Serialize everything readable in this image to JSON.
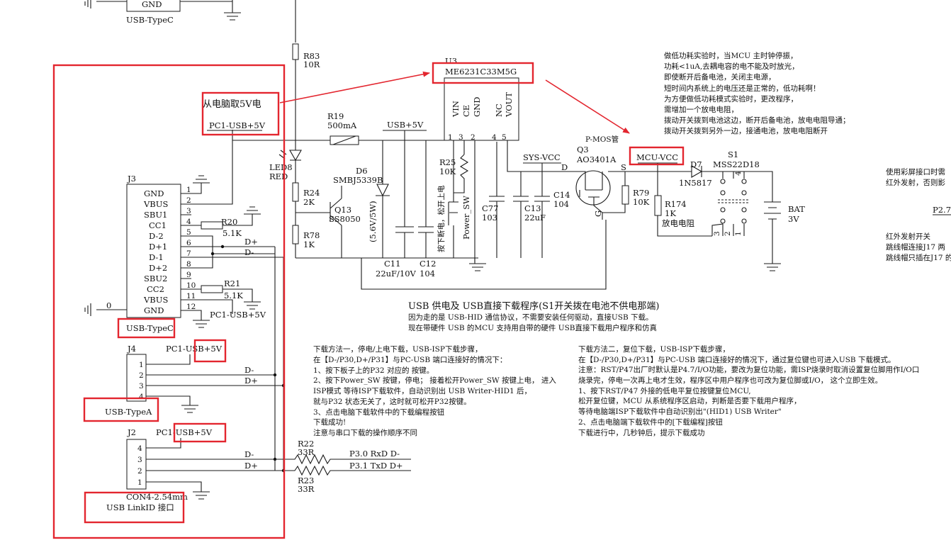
{
  "texts": {
    "gnd_top": "GND",
    "usb_typec_top": "USB-TypeC",
    "r83": "R83",
    "r83_val": "10R",
    "u3": "U3",
    "u3_part": "ME6231C33M5G",
    "pc5v_title": "从电脑取5V电",
    "pc1_usb_5v": "PC1-USB+5V",
    "r19": "R19",
    "r19_val": "500mA",
    "usb5v": "USB+5V",
    "pin_vin": "VIN",
    "pin_ce": "CE",
    "pin_gnd": "GND",
    "pin_nc": "NC",
    "pin_vout": "VOUT",
    "pmos": "P-MOS管",
    "q3": "Q3",
    "q3_part": "AO3401A",
    "mcu_vcc": "MCU-VCC",
    "sys_vcc": "SYS-VCC",
    "d7": "D7",
    "d7_part": "1N5817",
    "s1": "S1",
    "s1_part": "MSS22D18",
    "bat": "BAT",
    "bat_val": "3V",
    "r79": "R79",
    "r79_val": "10K",
    "r174": "R174",
    "r174_val": "1K",
    "discharge_r": "放电电阻",
    "led8": "LED8",
    "led8_val": "RED",
    "d6": "D6",
    "d6_part": "SMBJ5339B",
    "d6_v": "(5.6V/5W)",
    "r25": "R25",
    "r25_val": "10K",
    "power_sw": "Power_SW",
    "press_note": "按下断电，松开上电",
    "r24": "R24",
    "r24_val": "2K",
    "q13": "Q13",
    "q13_part": "SS8050",
    "r78": "R78",
    "r78_val": "1K",
    "c11": "C11",
    "c11_val": "22uF/10V",
    "c12": "C12",
    "c12_val": "104",
    "c77": "C77",
    "c77_val": "103",
    "c13": "C13",
    "c13_val": "22uF",
    "c14": "C14",
    "c14_val": "104",
    "j3": "J3",
    "j3_pins": [
      "GND",
      "VBUS",
      "SBU1",
      "CC1",
      "D-2",
      "D+1",
      "D-1",
      "D+2",
      "SBU2",
      "CC2",
      "VBUS",
      "GND"
    ],
    "j3_nums": [
      "1",
      "2",
      "3",
      "4",
      "5",
      "6",
      "7",
      "8",
      "9",
      "10",
      "11",
      "12"
    ],
    "r20": "R20",
    "r20_val": "5.1K",
    "r21": "R21",
    "r21_val": "5.1K",
    "zero": "0",
    "twelve": "12",
    "usb_typec": "USB-TypeC",
    "j4": "J4",
    "j4_nums": [
      "1",
      "2",
      "3",
      "4"
    ],
    "usb_typea": "USB-TypeA",
    "j2": "J2",
    "j2_nums": [
      "4",
      "3",
      "2",
      "1"
    ],
    "con4": "CON4-2.54mm",
    "usb_link": "USB LinkID 接口",
    "dminus": "D-",
    "dplus": "D+",
    "r22": "R22",
    "r22_val": "33R",
    "r23": "R23",
    "r23_val": "33R",
    "p30": "P3.0  RxD  D-",
    "p31": "P3.1  TxD  D+",
    "s_label": "S",
    "d_label": "D",
    "g_label": "G",
    "u3_pin_nums": [
      "1",
      "3",
      "2",
      "4",
      "5"
    ],
    "s1_pins": [
      "3",
      "2",
      "1",
      "4"
    ],
    "usb_title": "USB 供电及  USB直接下载程序(S1开关拨在电池不供电那端)",
    "usb_sub1": "因为走的是 USB-HID  通信协议，不需要安装任何驱动，直接USB 下载。",
    "usb_sub2": "现在带硬件 USB 的MCU 支持用自带的硬件 USB直接下载用户程序和仿真",
    "low_power": [
      "做低功耗实验时，当MCU 主时钟停振，",
      "功耗<1uA,去耦电容的电不能及时放光，",
      "即使断开后备电池，关闭主电源，",
      "短时间内系统上的电压还是正常的，低功耗啊！",
      "为方便做低功耗模式实验时，更改程序，",
      "需增加一个放电电阻，",
      "拨动开关拨到电池这边，断开后备电池，放电电阻导通；",
      "拨动开关拨到另外一边，接通电池，放电电阻断开"
    ],
    "method1": [
      "下载方法一，停电/上电下载，USB-ISP下载步骤，",
      "在【D-/P30,D+/P31】与PC-USB 端口连接好的情况下：",
      "1、按下板子上的P32 对应的 按键。",
      "2、按下Power_SW 按键，停电；  接着松开Power_SW 按键上电，  进入",
      "    ISP模式  等待ISP下载软件，自动识别出  USB Writer-HID1  后，",
      "    就与P32 状态无关了，这时就可松开P32按键。",
      "3、点击电脑下载软件中的下载编程按钮",
      "      下载成功!",
      "      注意与串口下载的操作顺序不同"
    ],
    "method2": [
      "下载方法二，复位下载，USB-ISP下载步骤，",
      "  在【D-/P30,D+/P31】与PC-USB 端口连接好的情况下，通过复位键也可进入USB 下载模式。",
      "注意：RST/P47出厂时默认是P4.7/I/O功能，要改为复位功能，需ISP烧录时取消设置复位脚用作I/O口",
      "烧录完，停电一次再上电才生效，程序区中用户程序也可改为复位脚或I/O，  这个立即生效。",
      "1、按下RST/P47 外接的低电平复位按键复位MCU,",
      "    松开复位键，MCU  从系统程序区启动，判断是否要下载用户程序，",
      "    等待电脑端ISP下载软件中自动识别出\"(HID1) USB Writer\"",
      "2、点击电脑端下载软件中的[下载编程]按钮",
      "    下载进行中，几秒钟后，提示下载成功"
    ],
    "right_edge": [
      "使用彩屏接口时需",
      "红外发射，否则影",
      "P2.7",
      "红外发射开关",
      "跳线帽连接J17 两",
      "跳线帽只插在J17 的"
    ]
  }
}
